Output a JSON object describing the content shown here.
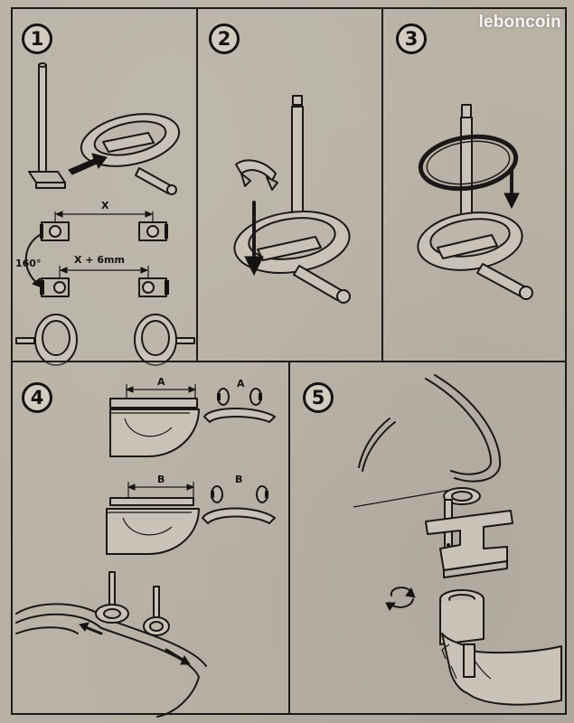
{
  "watermark": "leboncoin",
  "steps": [
    {
      "number": "1",
      "labels": {
        "gap": "X",
        "rotation": "160°",
        "gap_adjusted": "X + 6mm"
      }
    },
    {
      "number": "2"
    },
    {
      "number": "3"
    },
    {
      "number": "4",
      "labels": {
        "width_a": "A",
        "hinge_a": "A",
        "width_b": "B",
        "hinge_b": "B"
      }
    },
    {
      "number": "5"
    }
  ],
  "icons": [
    "pin-icon",
    "hinge-plate-icon",
    "hinge-clip-icon",
    "hinge-ring-icon",
    "toilet-bowl-icon",
    "toilet-seat-icon",
    "rotate-arrow-icon",
    "hand-icon"
  ]
}
